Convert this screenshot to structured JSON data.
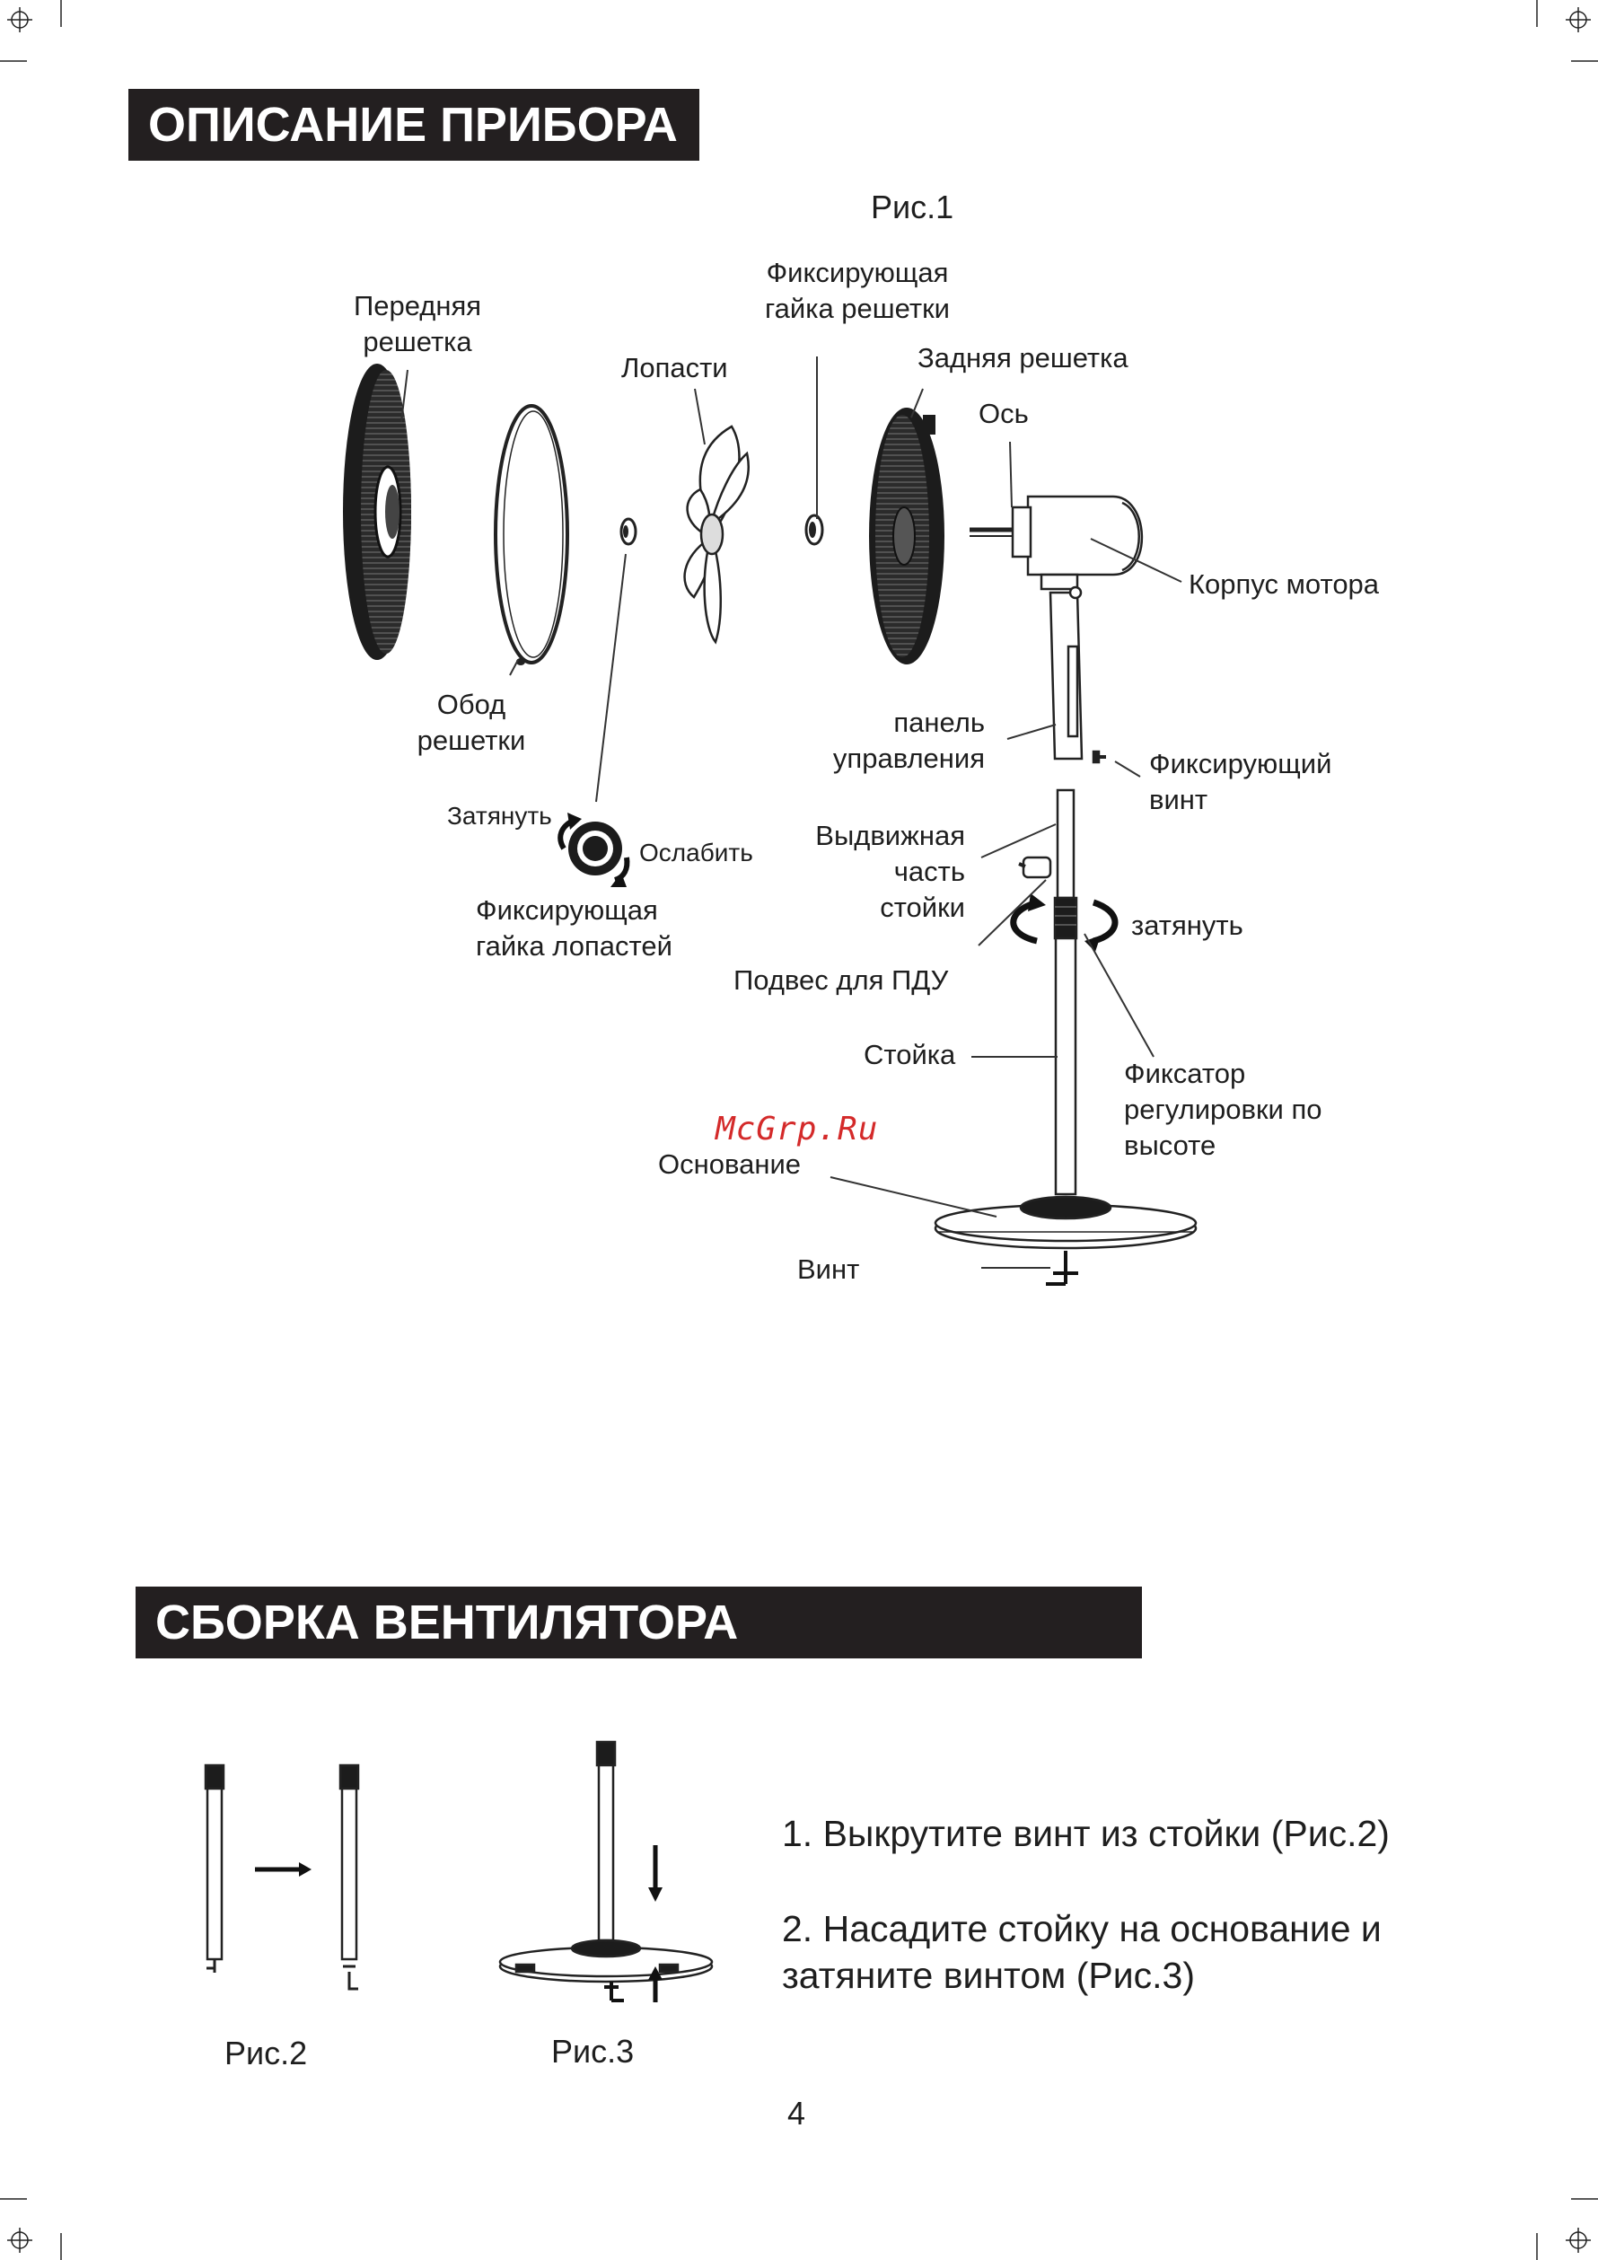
{
  "section1": {
    "title": "ОПИСАНИЕ ПРИБОРА",
    "figure_caption": "Рис.1",
    "labels": {
      "front_grille_1": "Передняя",
      "front_grille_2": "решетка",
      "grille_nut_1": "Фиксирующая",
      "grille_nut_2": "гайка решетки",
      "blades": "Лопасти",
      "rear_grille": "Задняя решетка",
      "axle": "Ось",
      "motor_housing": "Корпус мотора",
      "grille_rim_1": "Обод",
      "grille_rim_2": "решетки",
      "control_panel_1": "панель",
      "control_panel_2": "управления",
      "fixing_screw_1": "Фиксирующий",
      "fixing_screw_2": "винт",
      "tighten": "Затянуть",
      "loosen": "Ослабить",
      "blade_nut_1": "Фиксирующая",
      "blade_nut_2": "гайка лопастей",
      "telescopic_1": "Выдвижная",
      "telescopic_2": "часть",
      "telescopic_3": "стойки",
      "tighten_lower": "затянуть",
      "remote_holder": "Подвес для ПДУ",
      "pole": "Стойка",
      "height_lock_1": "Фиксатор",
      "height_lock_2": "регулировки по",
      "height_lock_3": "высоте",
      "base": "Основание",
      "screw": "Винт"
    },
    "watermark": "McGrp.Ru"
  },
  "section2": {
    "title": "СБОРКА ВЕНТИЛЯТОРА",
    "fig2_caption": "Рис.2",
    "fig3_caption": "Рис.3",
    "step1": "1. Выкрутите винт из стойки (Рис.2)",
    "step2_line1": "2. Насадите стойку на основание и",
    "step2_line2": "затяните винтом (Рис.3)"
  },
  "page_number": "4"
}
